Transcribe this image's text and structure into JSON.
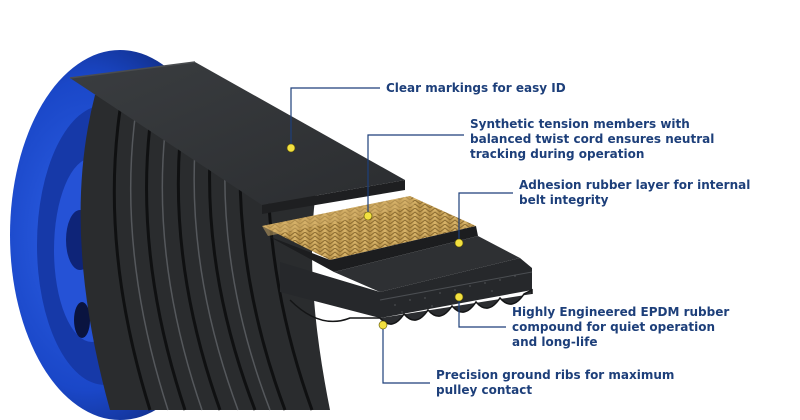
{
  "callouts": {
    "markings": {
      "lines": [
        "Clear markings for easy ID"
      ]
    },
    "tension": {
      "lines": [
        "Synthetic tension members with",
        "balanced twist cord ensures neutral",
        "tracking during operation"
      ]
    },
    "adhesion": {
      "lines": [
        "Adhesion rubber layer for internal",
        "belt integrity"
      ]
    },
    "epdm": {
      "lines": [
        "Highly Engineered EPDM rubber",
        "compound for quiet operation",
        "and long-life"
      ]
    },
    "ribs": {
      "lines": [
        "Precision ground ribs for maximum",
        "pulley contact"
      ]
    }
  },
  "colors": {
    "label_text": "#1d3f7a",
    "leader_line": "#1d3f7a",
    "marker_dot": "#f2e040",
    "pulley_blue": "#1a47c8",
    "belt_black": "#2a2c2e",
    "cord_gold": "#c9a55a"
  }
}
